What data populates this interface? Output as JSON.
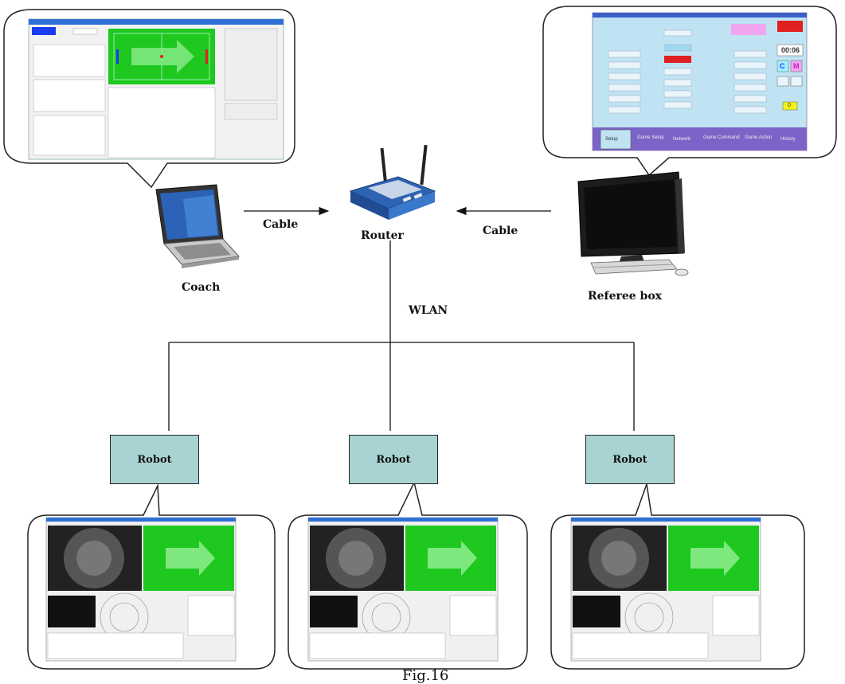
{
  "nodes": {
    "coach": "Coach",
    "router": "Router",
    "referee_box": "Referee box",
    "robots": [
      "Robot",
      "Robot",
      "Robot"
    ]
  },
  "links": {
    "cable_left": "Cable",
    "cable_right": "Cable",
    "wlan": "WLAN"
  },
  "caption": "Fig.16",
  "referee_ui": {
    "tabs": [
      "Setup",
      "Game Setup",
      "Network",
      "Game Command",
      "Game Action",
      "History"
    ],
    "timer": "00:06",
    "letters": [
      "C",
      "M"
    ],
    "score": "0"
  },
  "colors": {
    "field_green": "#1ec81e",
    "robot_box": "#a9d3d3",
    "referee_panel": "#bfe3f2",
    "tab_bar": "#7b63c8",
    "accent_red": "#e02020",
    "accent_magenta": "#f2a6f0",
    "accent_yellow": "#f2f21a"
  }
}
